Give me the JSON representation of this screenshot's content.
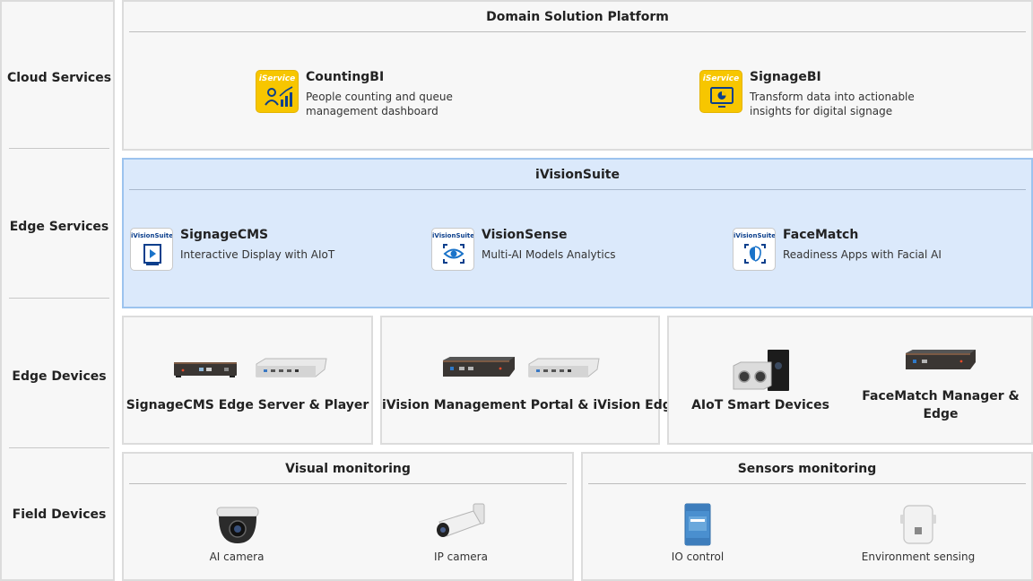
{
  "layers": [
    "Cloud Services",
    "Edge Services",
    "Edge Devices",
    "Field Devices"
  ],
  "cloud": {
    "title": "Domain Solution Platform",
    "icon_tag": "iService",
    "services": [
      {
        "name": "CountingBI",
        "desc_line1": "People counting and queue",
        "desc_line2": "management dashboard"
      },
      {
        "name": "SignageBI",
        "desc_line1": "Transform data into actionable",
        "desc_line2": "insights for digital signage"
      }
    ]
  },
  "edge_services": {
    "title": "iVisionSuite",
    "icon_tag": "iVisionSuite",
    "services": [
      {
        "name": "SignageCMS",
        "desc": "Interactive Display with AIoT"
      },
      {
        "name": "VisionSense",
        "desc": "Multi-AI Models Analytics"
      },
      {
        "name": "FaceMatch",
        "desc": "Readiness Apps with Facial AI"
      }
    ]
  },
  "edge_devices": [
    {
      "caption": "SignageCMS Edge Server & Player"
    },
    {
      "caption": "iVision Management Portal & iVision Edge"
    },
    {
      "caption_a": "AIoT Smart Devices",
      "caption_b_line1": "FaceMatch Manager &",
      "caption_b_line2": "Edge"
    }
  ],
  "field": {
    "visual": {
      "title": "Visual monitoring",
      "items": [
        "AI camera",
        "IP camera"
      ]
    },
    "sensors": {
      "title": "Sensors monitoring",
      "items": [
        "IO control",
        "Environment sensing"
      ]
    }
  },
  "colors": {
    "edge_services_bg": "#dbe9fb",
    "edge_services_border": "#9cc3ee",
    "icon_yellow": "#f7c600",
    "icon_blue": "#0b3f8c"
  }
}
